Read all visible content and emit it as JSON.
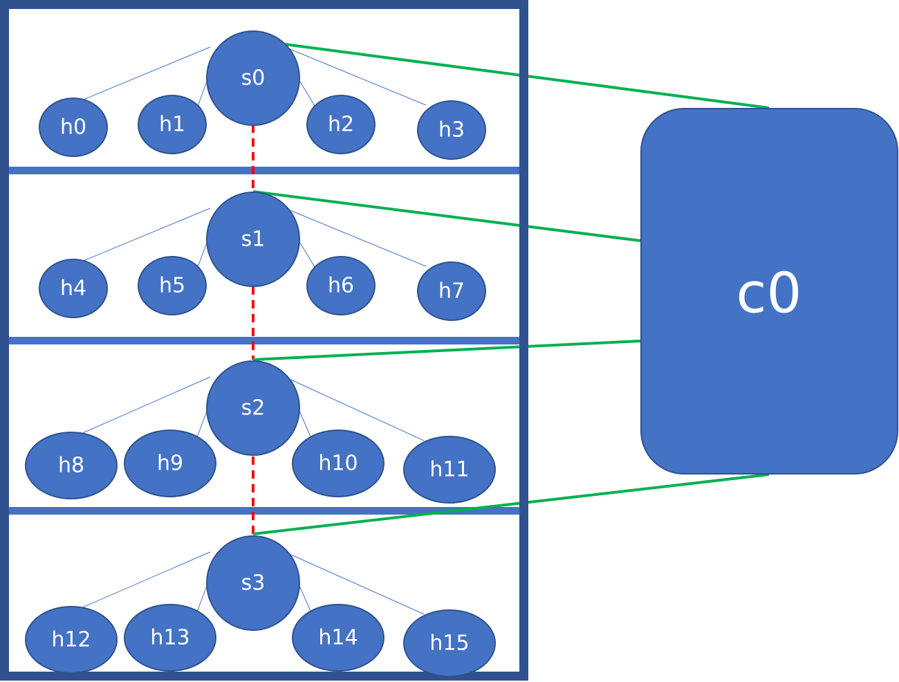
{
  "controller": {
    "label": "c0"
  },
  "switches": [
    {
      "label": "s0"
    },
    {
      "label": "s1"
    },
    {
      "label": "s2"
    },
    {
      "label": "s3"
    }
  ],
  "hosts": [
    {
      "label": "h0"
    },
    {
      "label": "h1"
    },
    {
      "label": "h2"
    },
    {
      "label": "h3"
    },
    {
      "label": "h4"
    },
    {
      "label": "h5"
    },
    {
      "label": "h6"
    },
    {
      "label": "h7"
    },
    {
      "label": "h8"
    },
    {
      "label": "h9"
    },
    {
      "label": "h10"
    },
    {
      "label": "h11"
    },
    {
      "label": "h12"
    },
    {
      "label": "h13"
    },
    {
      "label": "h14"
    },
    {
      "label": "h15"
    }
  ],
  "colors": {
    "node_fill": "#4472c4",
    "frame": "#2f528f",
    "control_link": "#00b050",
    "switch_link": "#ff0000"
  }
}
